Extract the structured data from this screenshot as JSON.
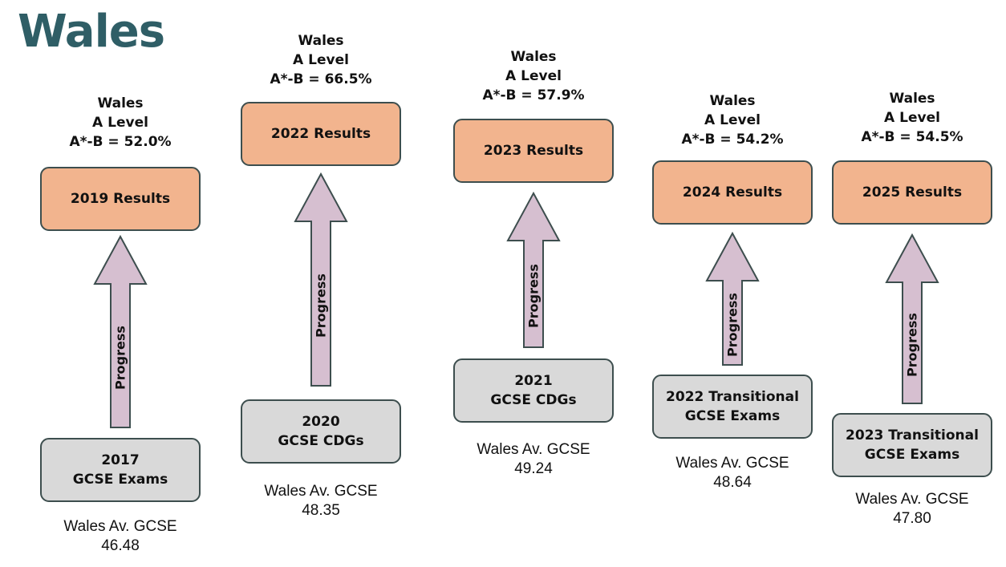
{
  "title": "Wales",
  "colors": {
    "title": "#2f5e66",
    "result_box": "#f2b48e",
    "gcse_box": "#d9d9d9",
    "arrow_fill": "#d6bfd0",
    "outline": "#3d4e4e"
  },
  "arrow_label": "Progress",
  "cohorts": [
    {
      "heading": [
        "Wales",
        "A Level",
        "A*-B = 52.0%"
      ],
      "result_label": "2019 Results",
      "gcse_lines": [
        "2017",
        "GCSE Exams"
      ],
      "avg_label": "Wales Av. GCSE",
      "avg_value": "46.48"
    },
    {
      "heading": [
        "Wales",
        "A Level",
        "A*-B = 66.5%"
      ],
      "result_label": "2022 Results",
      "gcse_lines": [
        "2020",
        "GCSE CDGs"
      ],
      "avg_label": "Wales Av. GCSE",
      "avg_value": "48.35"
    },
    {
      "heading": [
        "Wales",
        "A Level",
        "A*-B = 57.9%"
      ],
      "result_label": "2023 Results",
      "gcse_lines": [
        "2021",
        "GCSE CDGs"
      ],
      "avg_label": "Wales Av. GCSE",
      "avg_value": "49.24"
    },
    {
      "heading": [
        "Wales",
        "A Level",
        "A*-B = 54.2%"
      ],
      "result_label": "2024 Results",
      "gcse_lines": [
        "2022 Transitional",
        "GCSE Exams"
      ],
      "avg_label": "Wales Av. GCSE",
      "avg_value": "48.64"
    },
    {
      "heading": [
        "Wales",
        "A Level",
        "A*-B = 54.5%"
      ],
      "result_label": "2025 Results",
      "gcse_lines": [
        "2023 Transitional",
        "GCSE Exams"
      ],
      "avg_label": "Wales Av. GCSE",
      "avg_value": "47.80"
    }
  ]
}
